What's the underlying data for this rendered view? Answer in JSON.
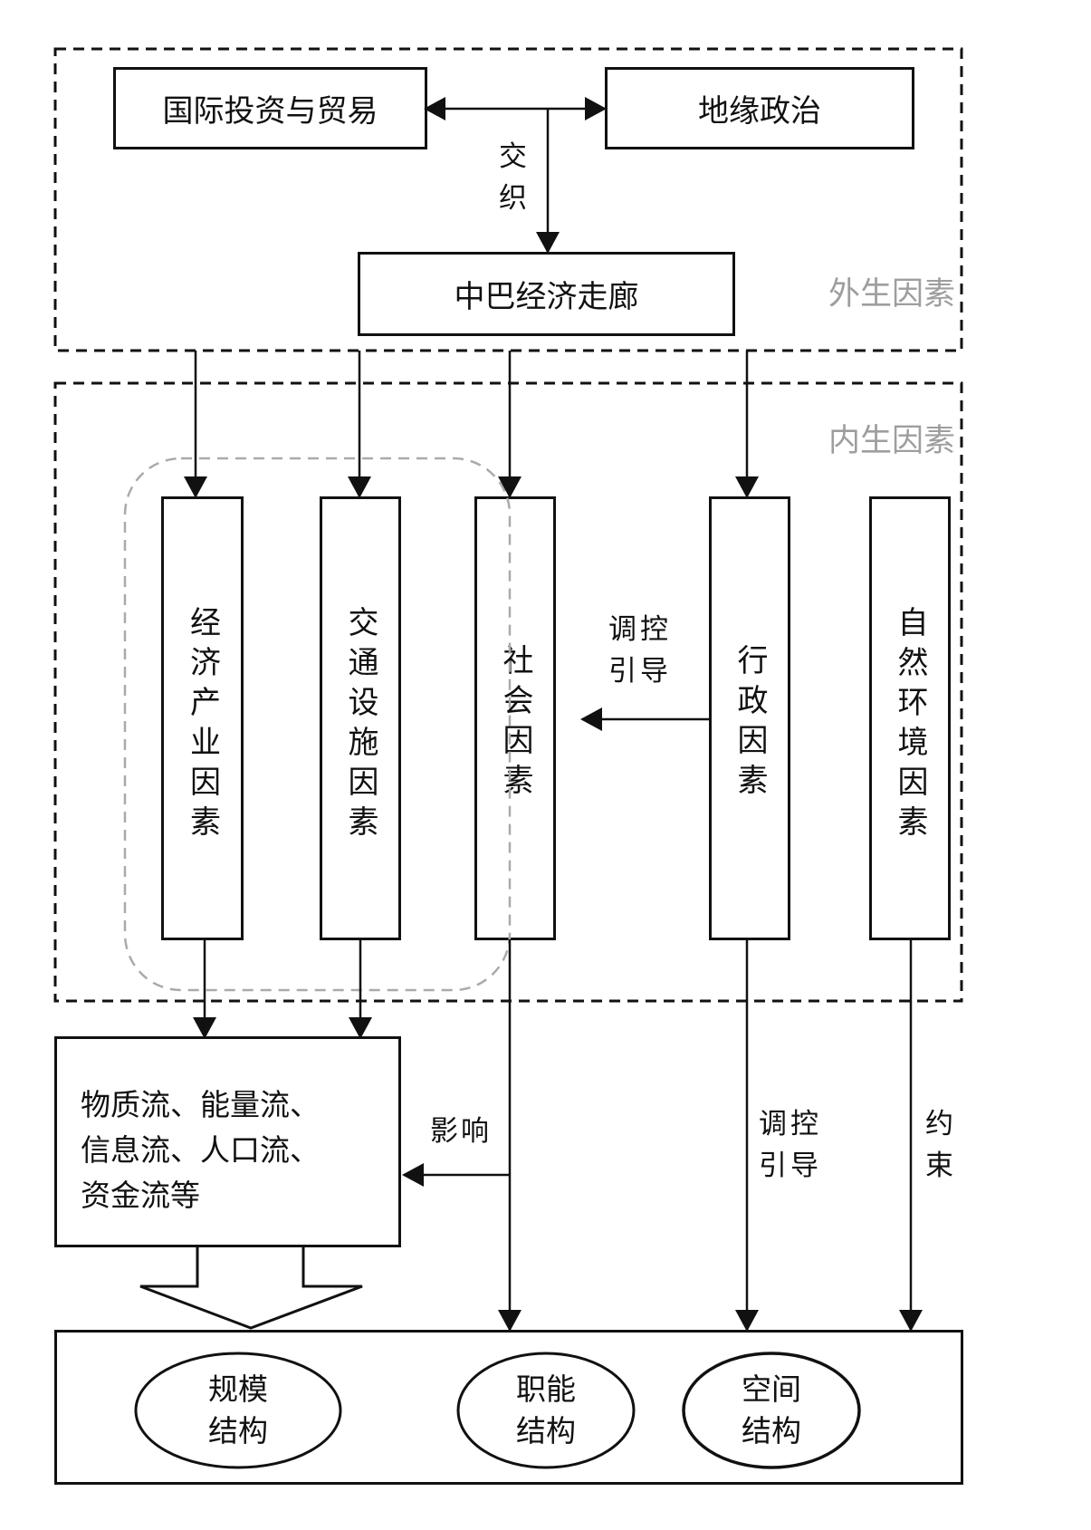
{
  "exogenous": {
    "zone_label": "外生因素",
    "intl_trade": "国际投资与贸易",
    "geopolitics": "地缘政治",
    "interweave_label": "交\n织",
    "cpec": "中巴经济走廊"
  },
  "endogenous": {
    "zone_label": "内生因素",
    "factors": [
      {
        "label": "经济产业因素"
      },
      {
        "label": "交通设施因素"
      },
      {
        "label": "社会因素"
      },
      {
        "label": "行政因素"
      },
      {
        "label": "自然环境因素"
      }
    ],
    "regulate_label": "调控\n引导"
  },
  "flows": {
    "text": "物质流、能量流、\n信息流、人口流、\n资金流等",
    "influence_label": "影响"
  },
  "links": {
    "admin_to_structure": "调控\n引导",
    "nature_to_structure": "约\n束"
  },
  "structure": {
    "items": [
      {
        "label": "规模\n结构"
      },
      {
        "label": "职能\n结构"
      },
      {
        "label": "空间\n结构"
      }
    ]
  }
}
